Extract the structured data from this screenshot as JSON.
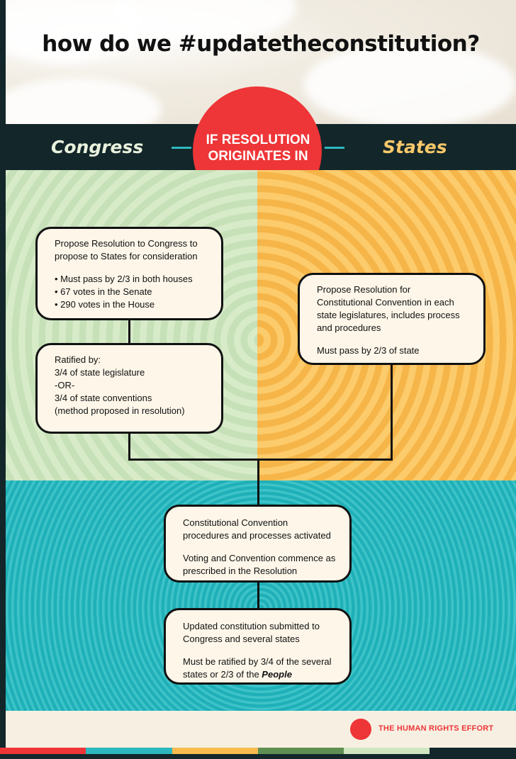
{
  "title": "how do we #updatetheconstitution?",
  "header": {
    "left_label": "Congress",
    "right_label": "States",
    "center_line1": "IF RESOLUTION",
    "center_line2": "ORIGINATES IN"
  },
  "boxes": {
    "congress_propose": {
      "line1": "Propose Resolution to Congress to",
      "line2": "propose to States for consideration",
      "bullets": [
        "• Must pass by 2/3 in both houses",
        "• 67 votes in the Senate",
        "• 290 votes in the House"
      ]
    },
    "ratified": {
      "lines": [
        "Ratified by:",
        "3/4 of state legislature",
        "-OR-",
        "3/4 of state conventions",
        "(method proposed in resolution)"
      ]
    },
    "states_propose": {
      "lines": [
        "Propose Resolution for",
        "Constitutional Convention in each",
        "state legislatures, includes process",
        "and procedures"
      ],
      "note": "Must pass by 2/3 of state"
    },
    "convention": {
      "lines1": [
        "Constitutional Convention",
        "procedures and processes activated"
      ],
      "lines2": [
        "Voting and Convention commence as",
        "prescribed in the Resolution"
      ]
    },
    "submitted": {
      "lines1": [
        "Updated constitution submitted to",
        "Congress and several states"
      ],
      "line2a": "Must be ratified by 3/4 of the several",
      "line2b_prefix": "states or 2/3 of the ",
      "line2b_emph": "People"
    }
  },
  "footer": {
    "org": "THE HUMAN RIGHTS EFFORT"
  },
  "colors": {
    "accent_red": "#ee3537",
    "dark": "#13262a",
    "congress_green": "#c9e3ba",
    "states_yellow": "#f8bb4f",
    "teal": "#2cb8be",
    "states_label": "#f8c86a",
    "congress_label": "#e9f2dd"
  }
}
